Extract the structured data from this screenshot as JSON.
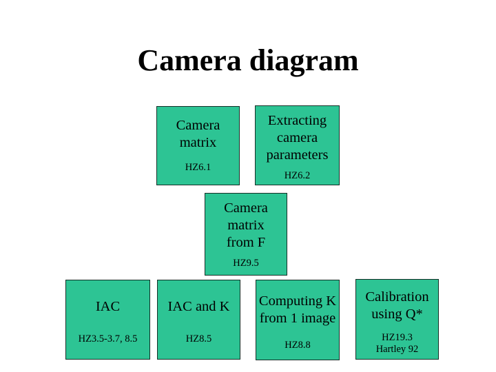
{
  "slide": {
    "title": "Camera diagram",
    "colors": {
      "background": "#ffffff",
      "box_fill": "#2dc494",
      "box_border": "#152e26",
      "text": "#000000"
    },
    "boxes": [
      {
        "id": "camera-matrix",
        "lines": [
          "Camera",
          "matrix"
        ],
        "refs": [
          "HZ6.1"
        ]
      },
      {
        "id": "extracting-camera-params",
        "lines": [
          "Extracting",
          "camera",
          "parameters"
        ],
        "refs": [
          "HZ6.2"
        ]
      },
      {
        "id": "camera-matrix-from-f",
        "lines": [
          "Camera",
          "matrix",
          "from F"
        ],
        "refs": [
          "HZ9.5"
        ]
      },
      {
        "id": "iac",
        "lines": [
          "IAC"
        ],
        "refs": [
          "HZ3.5-3.7, 8.5"
        ]
      },
      {
        "id": "iac-and-k",
        "lines": [
          "IAC and K"
        ],
        "refs": [
          "HZ8.5"
        ]
      },
      {
        "id": "computing-k-from-1-image",
        "lines": [
          "Computing K",
          "from 1 image"
        ],
        "refs": [
          "HZ8.8"
        ]
      },
      {
        "id": "calibration-using-q-star",
        "lines": [
          "Calibration",
          "using Q*"
        ],
        "refs": [
          "HZ19.3",
          "Hartley 92"
        ]
      }
    ]
  }
}
